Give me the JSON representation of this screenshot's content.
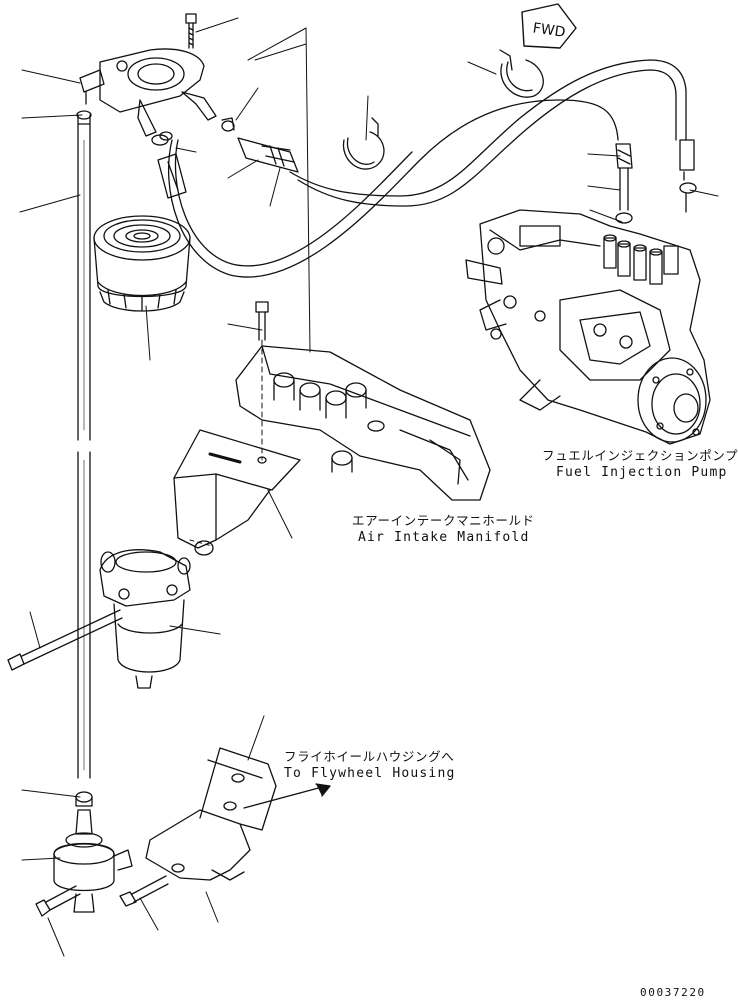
{
  "direction_marker": "FWD",
  "labels": {
    "fuel_injection_pump_jp": "フュエルインジェクションポンプ",
    "fuel_injection_pump_en": "Fuel Injection Pump",
    "air_intake_manifold_jp": "エアーインテークマニホールド",
    "air_intake_manifold_en": "Air Intake Manifold",
    "flywheel_housing_jp": "フライホイールハウジングへ",
    "flywheel_housing_en": "To Flywheel Housing"
  },
  "drawing_code": "00037220",
  "icons": {
    "fwd_arrow": "fwd-arrow-icon",
    "fuel_filter": "fuel-filter-icon",
    "water_separator": "water-separator-icon",
    "feed_pump": "feed-pump-icon",
    "injection_pump": "injection-pump-icon",
    "intake_manifold": "intake-manifold-icon",
    "hose_clamp": "hose-clamp-icon"
  }
}
